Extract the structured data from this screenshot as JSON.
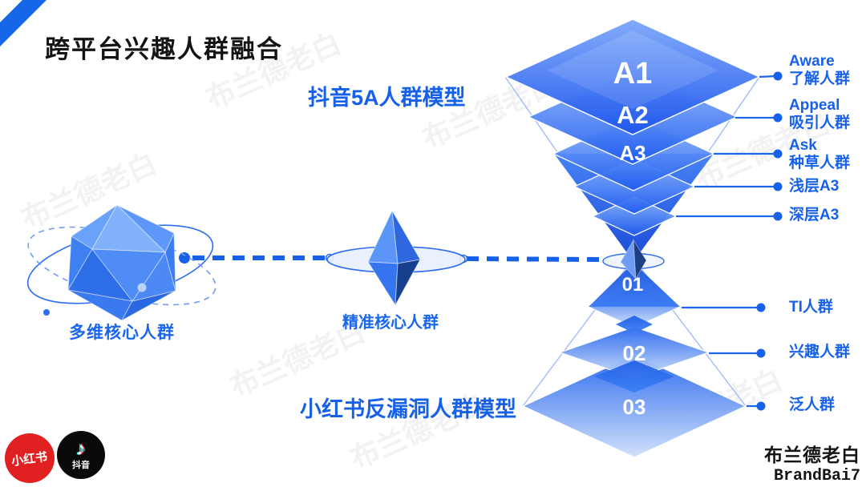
{
  "title": "跨平台兴趣人群融合",
  "watermark_text": "布兰德老白",
  "douyin": {
    "model_label": "抖音5A人群模型",
    "layer_tags": [
      "A1",
      "A2",
      "A3"
    ],
    "labels": [
      {
        "line1": "Aware",
        "line2": "了解人群"
      },
      {
        "line1": "Appeal",
        "line2": "吸引人群"
      },
      {
        "line1": "Ask",
        "line2": "种草人群"
      },
      {
        "line1": "浅层A3"
      },
      {
        "line1": "深层A3"
      }
    ]
  },
  "xhs": {
    "model_label": "小红书反漏洞人群模型",
    "layer_tags": [
      "01",
      "02",
      "03"
    ],
    "labels": [
      "TI人群",
      "兴趣人群",
      "泛人群"
    ]
  },
  "cores": {
    "left_label": "多维核心人群",
    "middle_label": "精准核心人群"
  },
  "logos": {
    "xiaohongshu": "小红书",
    "douyin": "抖音",
    "douyin_note_icon": "♪"
  },
  "footer": {
    "brand_cn": "布兰德老白",
    "brand_en": "BrandBai7"
  },
  "colors": {
    "accent_blue": "#1761e8",
    "funnel_blue": "#2f6ff2",
    "funnel_deep": "#1443d6",
    "xhs_red": "#e12121",
    "douyin_black": "#0a0a0a",
    "tiktok_cyan": "#25f4ee",
    "tiktok_pink": "#fe2c55",
    "title_black": "#141414"
  }
}
